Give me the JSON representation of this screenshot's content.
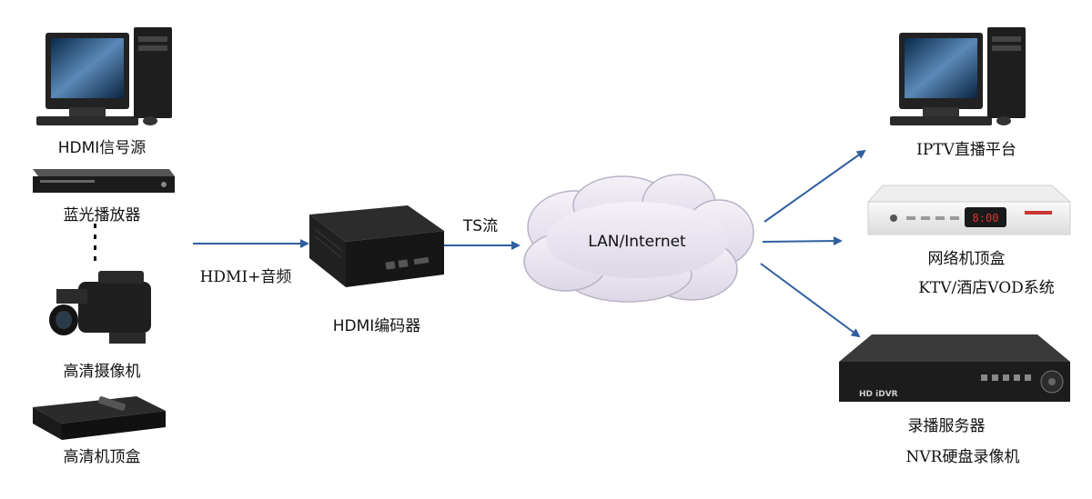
{
  "sources": {
    "pc_label": "HDMI信号源",
    "bluray_label": "蓝光播放器",
    "camera_label": "高清摄像机",
    "stb_label": "高清机顶盒"
  },
  "link_in_label": "HDMI+音频",
  "encoder_label": "HDMI编码器",
  "ts_label": "TS流",
  "cloud_label": "LAN/Internet",
  "targets": {
    "iptv_label": "IPTV直播平台",
    "stb_label": "网络机顶盒",
    "ktv_label": "KTV/酒店VOD系统",
    "nvr_label": "录播服务器",
    "nvr_sub_label": "NVR硬盘录像机"
  },
  "device_text": {
    "dvr_brand": "HD iDVR",
    "stb_display": "8:00"
  },
  "colors": {
    "arrow": "#2f5f9e",
    "device_dark": "#1c1c1c",
    "cloud_fill": "#e7e2ee",
    "cloud_stroke": "#b9b2c6"
  },
  "icons": [
    "desktop-computer-icon",
    "blu-ray-player-icon",
    "camcorder-icon",
    "set-top-box-icon",
    "hdmi-encoder-icon",
    "network-cloud-icon",
    "network-set-top-box-icon",
    "dvr-recorder-icon"
  ]
}
